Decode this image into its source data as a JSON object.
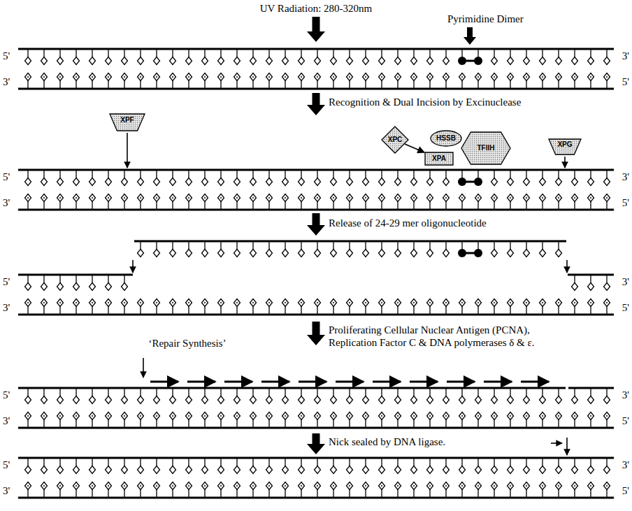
{
  "diagram": {
    "nodes": [
      {
        "text": [
          "XPF"
        ]
      },
      {
        "text": [
          "XPC"
        ]
      },
      {
        "text": [
          "HSSB"
        ]
      },
      {
        "text": [
          "XPA"
        ]
      },
      {
        "text": [
          "TFIIH"
        ]
      },
      {
        "text": [
          "XPG"
        ]
      }
    ],
    "edges": [
      {
        "from": 1,
        "to": 3,
        "arrow": "to"
      }
    ],
    "labels": [
      "UV Radiation: 280-320nm",
      "Pyrimidine Dimer",
      "Recognition & Dual Incision by Excinuclease",
      "Release of 24-29 mer oligonucleotide",
      "‘Repair Synthesis’",
      "Proliferating Cellular Nuclear Antigen (PCNA), Replication Factor C & DNA polymerases δ & ε.",
      "Nick sealed by DNA ligase.",
      "5'",
      "3'",
      "3'",
      "5'",
      "5'",
      "3'",
      "3'",
      "5'",
      "5'",
      "3'",
      "3'",
      "5'",
      "5'",
      "3'",
      "3'",
      "5'",
      "5'",
      "3'",
      "3'",
      "5'"
    ]
  }
}
